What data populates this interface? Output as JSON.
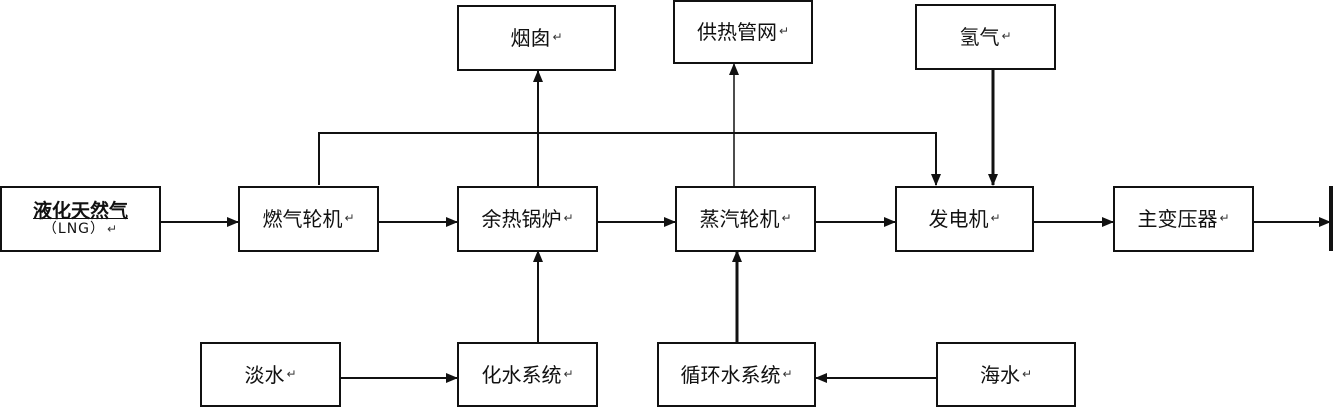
{
  "nodes": {
    "lng": {
      "label": "液化天然气",
      "sublabel": "（LNG）"
    },
    "gas_turbine": {
      "label": "燃气轮机"
    },
    "hrsg": {
      "label": "余热锅炉"
    },
    "steam_turbine": {
      "label": "蒸汽轮机"
    },
    "generator": {
      "label": "发电机"
    },
    "transformer": {
      "label": "主变压器"
    },
    "chimney": {
      "label": "烟囱"
    },
    "heating_network": {
      "label": "供热管网"
    },
    "hydrogen": {
      "label": "氢气"
    },
    "fresh_water": {
      "label": "淡水"
    },
    "water_treatment": {
      "label": "化水系统"
    },
    "circulating_water": {
      "label": "循环水系统"
    },
    "seawater": {
      "label": "海水"
    }
  },
  "paragraph_mark": "↵"
}
